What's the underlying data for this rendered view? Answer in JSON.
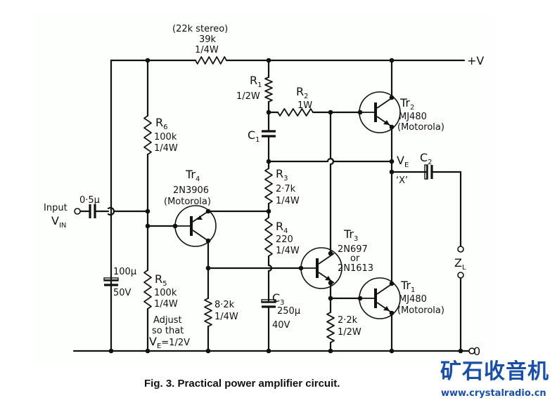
{
  "figure": {
    "caption": "Fig. 3. Practical power amplifier circuit.",
    "colors": {
      "ink": "#111111",
      "background": "#fdfffd",
      "watermark": "#1a4fa8"
    }
  },
  "watermark": {
    "chinese": "矿石收音机",
    "url": "www.crystalradio.cn"
  },
  "rails": {
    "positive": "+V",
    "ground": "0"
  },
  "components": {
    "r_feedback": {
      "note": "(22k stereo)",
      "value": "39k",
      "rating": "1/4W"
    },
    "r1": {
      "ref": "R",
      "sub": "1",
      "rating": "1/2W"
    },
    "r2": {
      "ref": "R",
      "sub": "2",
      "rating": "1W"
    },
    "c1": {
      "ref": "C",
      "sub": "1"
    },
    "r3": {
      "ref": "R",
      "sub": "3",
      "value": "2·7k",
      "rating": "1/4W"
    },
    "r4": {
      "ref": "R",
      "sub": "4",
      "value": "220",
      "rating": "1/4W"
    },
    "c3": {
      "ref": "C",
      "sub": "3",
      "value": "250µ",
      "rating": "40V"
    },
    "r6": {
      "ref": "R",
      "sub": "6",
      "value": "100k",
      "rating": "1/4W"
    },
    "r5": {
      "ref": "R",
      "sub": "5",
      "value": "100k",
      "rating": "1/4W",
      "note_lines": [
        "Adjust",
        "so that",
        "V",
        "E",
        "=1/2V"
      ]
    },
    "c_in": {
      "value": "0·5µ"
    },
    "c_bypass": {
      "value": "100µ",
      "rating": "50V"
    },
    "r_8k2": {
      "value": "8·2k",
      "rating": "1/4W"
    },
    "r_2k2": {
      "value": "2·2k",
      "rating": "1/2W"
    },
    "c2": {
      "ref": "C",
      "sub": "2"
    },
    "tr1": {
      "ref": "Tr",
      "sub": "1",
      "part": "MJ480",
      "maker": "(Motorola)"
    },
    "tr2": {
      "ref": "Tr",
      "sub": "2",
      "part": "MJ480",
      "maker": "(Motorola)"
    },
    "tr3": {
      "ref": "Tr",
      "sub": "3",
      "part": "2N697",
      "alt_word": "or",
      "alt_part": "2N1613"
    },
    "tr4": {
      "ref": "Tr",
      "sub": "4",
      "part": "2N3906",
      "maker": "(Motorola)"
    }
  },
  "nodes": {
    "input": {
      "label_top": "Input",
      "label_v": "V",
      "label_sub": "IN"
    },
    "ve": {
      "label": "V",
      "sub": "E",
      "tag": "‘X’"
    },
    "load": {
      "label": "Z",
      "sub": "L"
    }
  }
}
